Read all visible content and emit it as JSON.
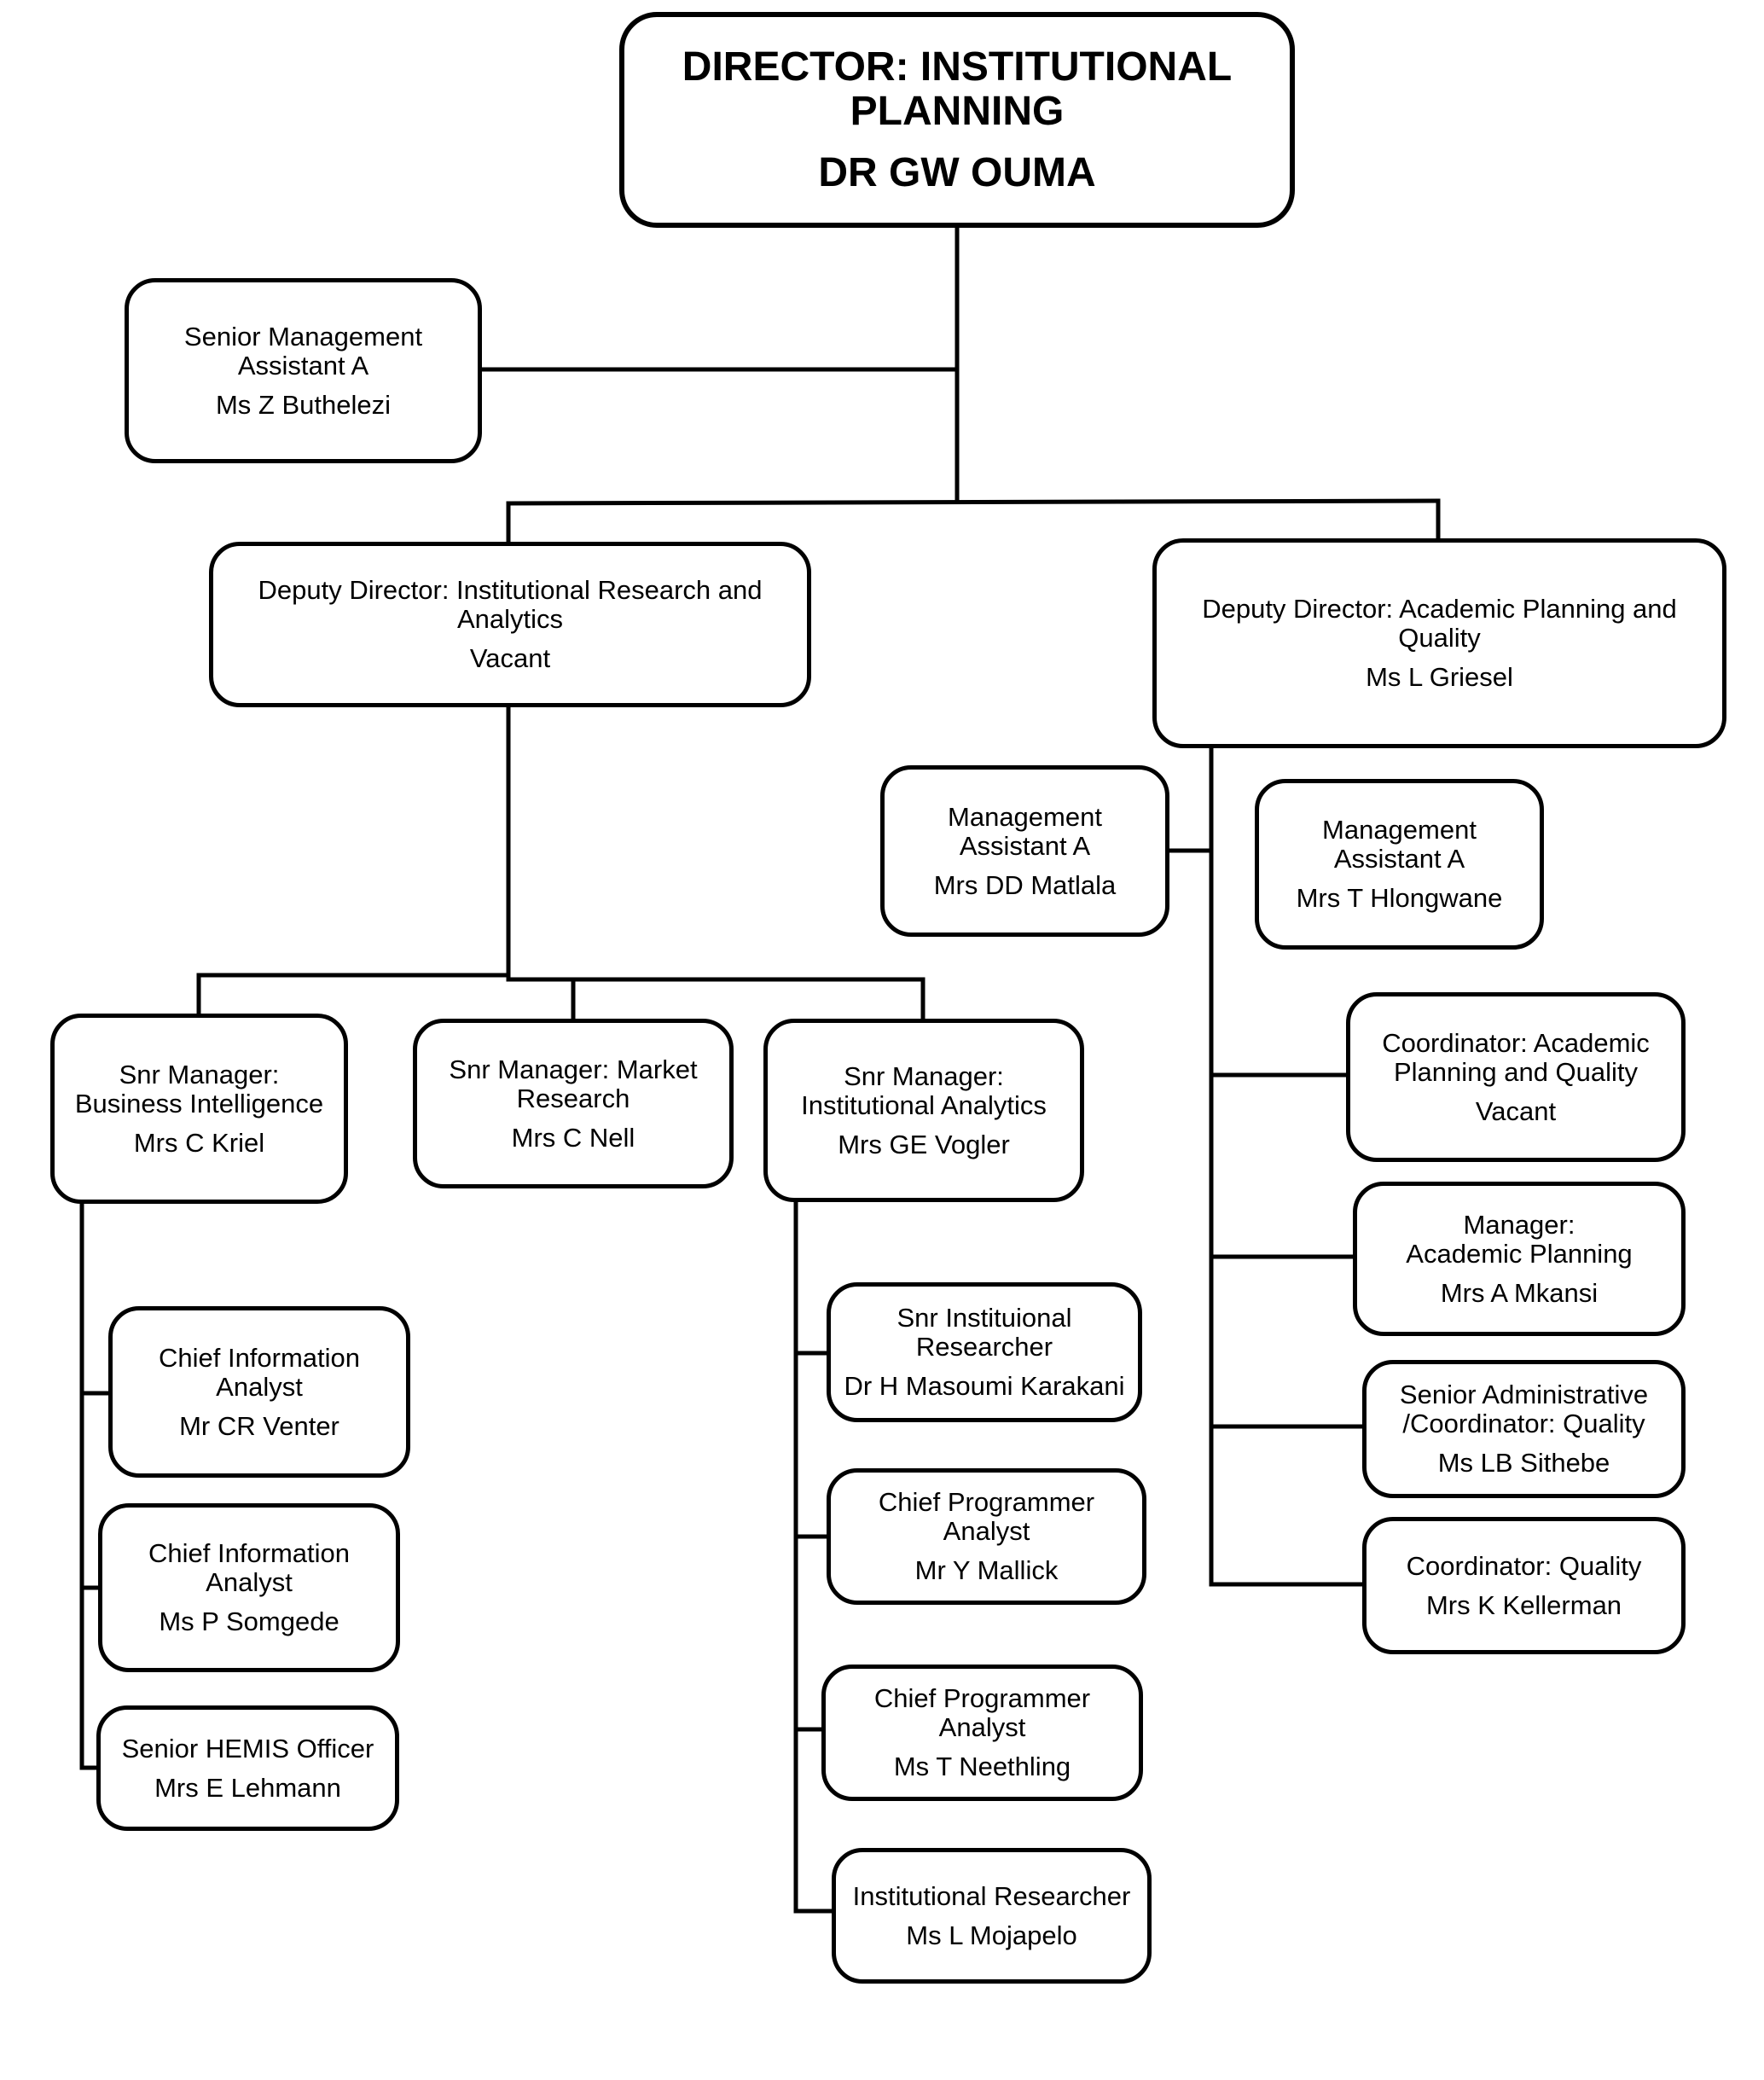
{
  "director": {
    "title_line1": "DIRECTOR: INSTITUTIONAL",
    "title_line2": "PLANNING",
    "name": "DR GW OUMA"
  },
  "senior_management_assistant": {
    "title_line1": "Senior Management",
    "title_line2": "Assistant A",
    "name": "Ms Z Buthelezi"
  },
  "deputy_research": {
    "title_line1": "Deputy Director: Institutional Research  and",
    "title_line2": "Analytics",
    "name": "Vacant"
  },
  "deputy_academic": {
    "title_line1": "Deputy Director: Academic Planning and",
    "title_line2": "Quality",
    "name": "Ms L Griesel"
  },
  "management_assistant_1": {
    "title_line1": "Management",
    "title_line2": "Assistant A",
    "name": "Mrs DD Matlala"
  },
  "management_assistant_2": {
    "title_line1": "Management",
    "title_line2": "Assistant A",
    "name": "Mrs T Hlongwane"
  },
  "snr_bi": {
    "title_line1": "Snr Manager:",
    "title_line2": "Business Intelligence",
    "name": "Mrs C Kriel"
  },
  "snr_market": {
    "title_line1": "Snr Manager: Market",
    "title_line2": "Research",
    "name": "Mrs C Nell"
  },
  "snr_analytics": {
    "title_line1": "Snr Manager:",
    "title_line2": "Institutional Analytics",
    "name": "Mrs GE Vogler"
  },
  "chief_info_1": {
    "title_line1": "Chief Information",
    "title_line2": "Analyst",
    "name": "Mr CR Venter"
  },
  "chief_info_2": {
    "title_line1": "Chief Information",
    "title_line2": "Analyst",
    "name": "Ms P Somgede"
  },
  "hemis": {
    "title_line1": "Senior HEMIS Officer",
    "name": "Mrs E Lehmann"
  },
  "snr_researcher": {
    "title_line1": "Snr Instituional",
    "title_line2": "Researcher",
    "name": "Dr H Masoumi Karakani"
  },
  "chief_prog_1": {
    "title_line1": "Chief Programmer",
    "title_line2": "Analyst",
    "name": "Mr Y Mallick"
  },
  "chief_prog_2": {
    "title_line1": "Chief Programmer",
    "title_line2": "Analyst",
    "name": "Ms T Neethling"
  },
  "inst_researcher": {
    "title_line1": "Institutional  Researcher",
    "name": "Ms L Mojapelo"
  },
  "coord_apq": {
    "title_line1": "Coordinator:  Academic",
    "title_line2": "Planning and Quality",
    "name": "Vacant"
  },
  "manager_ap": {
    "title_line1": "Manager:",
    "title_line2": "Academic Planning",
    "name": "Mrs A Mkansi"
  },
  "senior_admin": {
    "title_line1": "Senior Administrative",
    "title_line2": "/Coordinator: Quality",
    "name": "Ms LB Sithebe"
  },
  "coord_quality": {
    "title_line1": "Coordinator:  Quality",
    "name": "Mrs K Kellerman"
  }
}
